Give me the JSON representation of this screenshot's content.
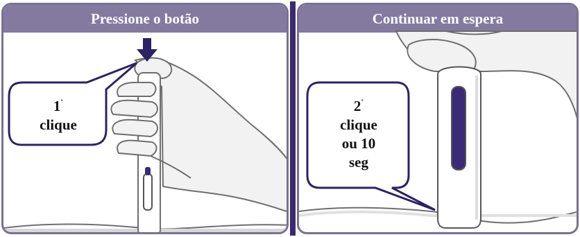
{
  "panels": [
    {
      "header": "Pressione o botão",
      "callout": {
        "number": "1",
        "ordinal": "˚",
        "lines": [
          "clique"
        ]
      }
    },
    {
      "header": "Continuar em espera",
      "callout": {
        "number": "2",
        "ordinal": "˚",
        "lines": [
          "clique",
          "ou 10",
          "seg"
        ]
      }
    }
  ],
  "colors": {
    "header_bg": "#847aa0",
    "frame_border": "#7a7094",
    "divider": "#3c2a6e",
    "arrow": "#2c2266",
    "pen_window": "#3a2a78",
    "hand_fill": "#f2f2f2",
    "outline": "#6e6e6e"
  },
  "icons": {
    "press_arrow": "down-arrow-icon"
  }
}
